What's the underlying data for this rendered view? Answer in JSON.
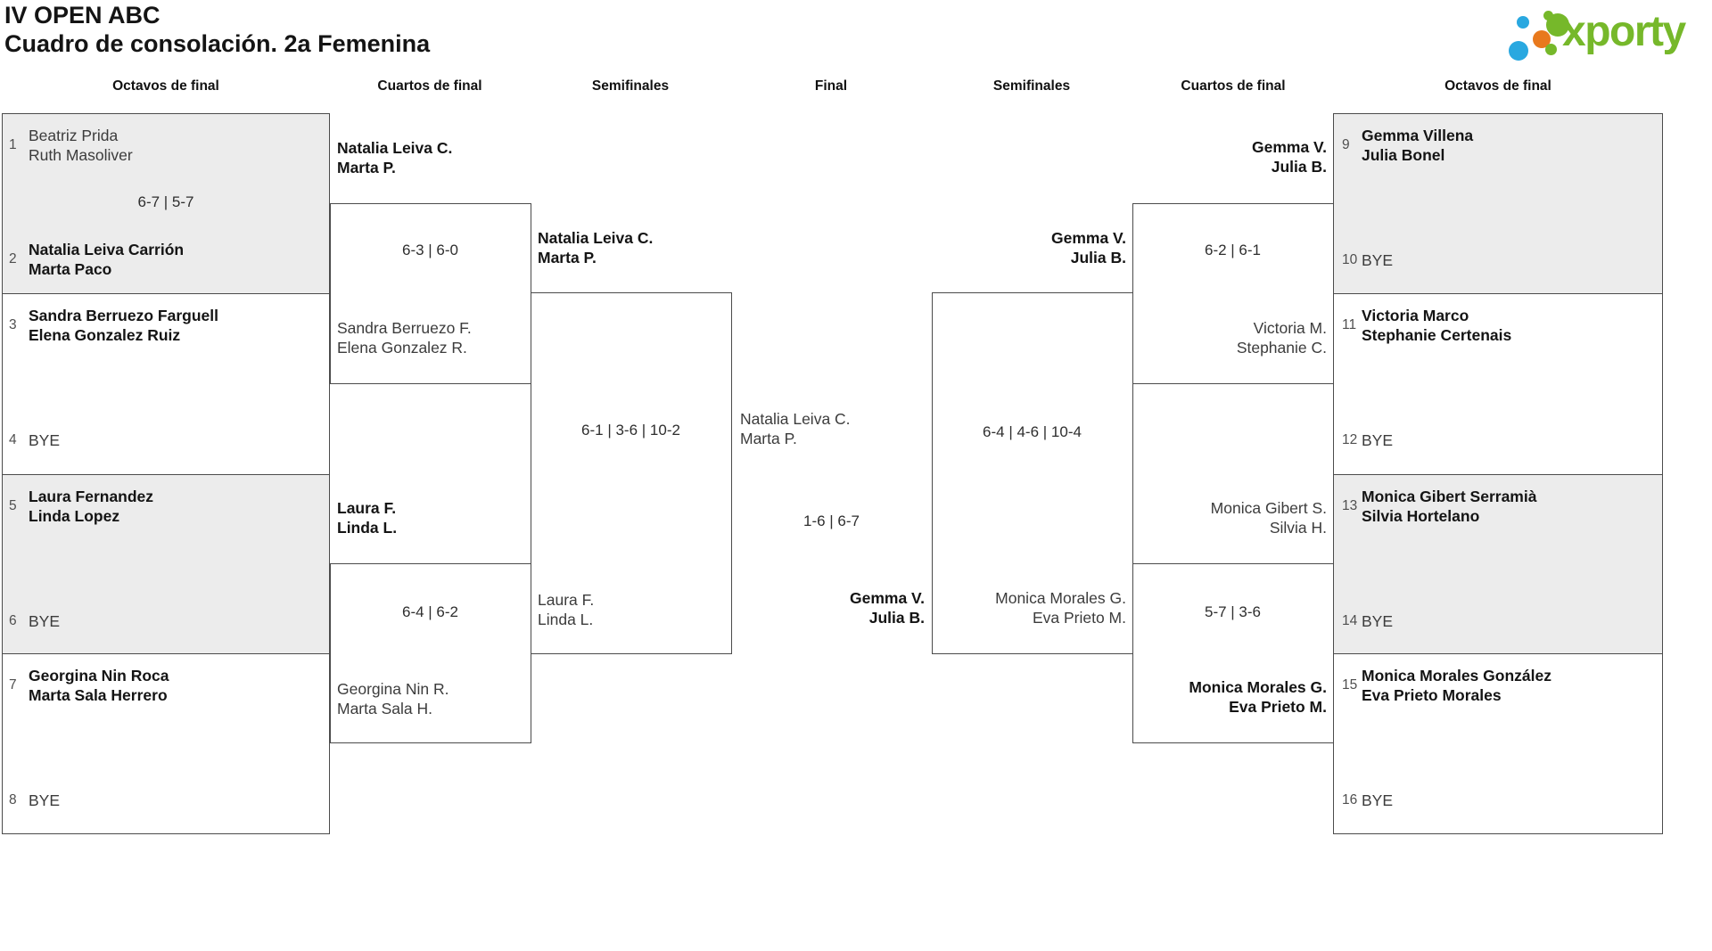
{
  "title": {
    "line1": "IV OPEN ABC",
    "line2": "Cuadro de consolación. 2a Femenina"
  },
  "logo": {
    "name": "xporty",
    "colors": {
      "green": "#76b82a",
      "blue": "#29a8e0",
      "orange": "#e8791d"
    }
  },
  "round_headers": {
    "r16_left": "Octavos de final",
    "qf_left": "Cuartos de final",
    "sf_left": "Semifinales",
    "final": "Final",
    "sf_right": "Semifinales",
    "qf_right": "Cuartos de final",
    "r16_right": "Octavos de final"
  },
  "colors": {
    "box_shade": "#ececec",
    "box_border": "#4b4b4b"
  },
  "r16L": {
    "m1": {
      "s1": "1",
      "t1": [
        "Beatriz Prida",
        "Ruth Masoliver"
      ],
      "score": "6-7 | 5-7",
      "s2": "2",
      "t2": [
        "Natalia Leiva Carrión",
        "Marta Paco"
      ]
    },
    "m2": {
      "s1": "3",
      "t1": [
        "Sandra Berruezo Farguell",
        "Elena Gonzalez Ruiz"
      ],
      "s2": "4",
      "t2": [
        "BYE"
      ]
    },
    "m3": {
      "s1": "5",
      "t1": [
        "Laura Fernandez",
        "Linda Lopez"
      ],
      "s2": "6",
      "t2": [
        "BYE"
      ]
    },
    "m4": {
      "s1": "7",
      "t1": [
        "Georgina Nin Roca",
        "Marta Sala Herrero"
      ],
      "s2": "8",
      "t2": [
        "BYE"
      ]
    }
  },
  "r16R": {
    "m1": {
      "s1": "9",
      "t1": [
        "Gemma Villena",
        "Julia Bonel"
      ],
      "s2": "10",
      "t2": [
        "BYE"
      ]
    },
    "m2": {
      "s1": "11",
      "t1": [
        "Victoria Marco",
        "Stephanie Certenais"
      ],
      "s2": "12",
      "t2": [
        "BYE"
      ]
    },
    "m3": {
      "s1": "13",
      "t1": [
        "Monica Gibert Serramià",
        "Silvia Hortelano"
      ],
      "s2": "14",
      "t2": [
        "BYE"
      ]
    },
    "m4": {
      "s1": "15",
      "t1": [
        "Monica Morales González",
        "Eva Prieto Morales"
      ],
      "s2": "16",
      "t2": [
        "BYE"
      ]
    }
  },
  "qfL": {
    "m1": {
      "t1": [
        "Natalia Leiva C.",
        "Marta P."
      ],
      "score": "6-3 | 6-0",
      "t2": [
        "Sandra Berruezo F.",
        "Elena Gonzalez R."
      ]
    },
    "m2": {
      "t1": [
        "Laura F.",
        "Linda L."
      ],
      "score": "6-4 | 6-2",
      "t2": [
        "Georgina Nin R.",
        "Marta Sala H."
      ]
    }
  },
  "qfR": {
    "m1": {
      "t1": [
        "Gemma V.",
        "Julia B."
      ],
      "score": "6-2 | 6-1",
      "t2": [
        "Victoria M.",
        "Stephanie C."
      ]
    },
    "m2": {
      "t1": [
        "Monica Gibert S.",
        "Silvia H."
      ],
      "score": "5-7 | 3-6",
      "t2": [
        "Monica Morales G.",
        "Eva Prieto M."
      ]
    }
  },
  "sfL": {
    "t1": [
      "Natalia Leiva C.",
      "Marta P."
    ],
    "score": "6-1 | 3-6 | 10-2",
    "t2": [
      "Laura F.",
      "Linda L."
    ]
  },
  "sfR": {
    "t1": [
      "Gemma V.",
      "Julia B."
    ],
    "score": "6-4 | 4-6 | 10-4",
    "t2": [
      "Monica Morales G.",
      "Eva Prieto M."
    ]
  },
  "final": {
    "t1": [
      "Natalia Leiva C.",
      "Marta P."
    ],
    "score": "1-6 | 6-7",
    "t2": [
      "Gemma V.",
      "Julia B."
    ]
  }
}
